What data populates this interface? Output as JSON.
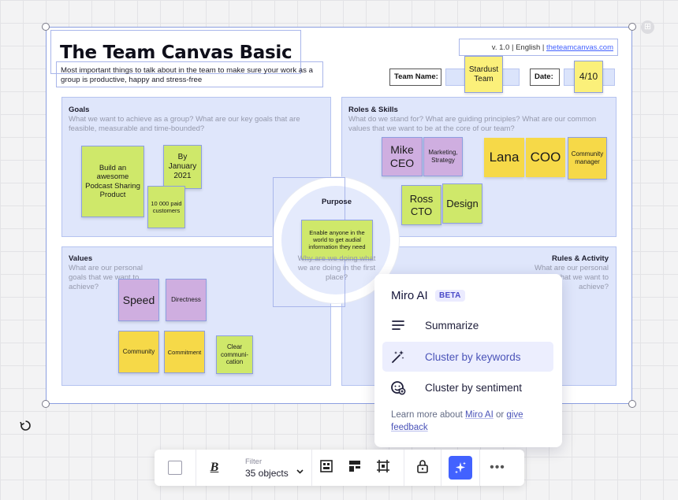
{
  "canvas": {
    "title": "The Team Canvas Basic",
    "subtitle": "Most important things to talk about in the team to make sure your work as a group is productive, happy and stress-free",
    "version_text": "v. 1.0 | English | ",
    "version_link": "theteamcanvas.com",
    "team_name_label": "Team Name:",
    "team_name_sticky": "Stardust Team",
    "date_label": "Date:",
    "date_sticky": "4/10"
  },
  "quadrants": {
    "goals": {
      "title": "Goals",
      "desc": "What we want to achieve as a group? What are our key goals that are feasible, measurable and time-bounded?",
      "stickies": [
        "Build an awesome Podcast Sharing Product",
        "By January 2021",
        "10 000 paid customers"
      ]
    },
    "roles": {
      "title": "Roles & Skills",
      "desc": "What do we stand for? What are guiding principles? What are our common values that we want to be at the core of our team?",
      "stickies": [
        "Mike CEO",
        "Marketing, Strategy",
        "Lana",
        "COO",
        "Community manager",
        "Ross CTO",
        "Design"
      ]
    },
    "values": {
      "title": "Values",
      "desc": "What are our personal goals that we want to achieve?",
      "stickies": [
        "Speed",
        "Directness",
        "Community",
        "Commitment",
        "Clear communi-cation"
      ]
    },
    "rules": {
      "title": "Rules & Activity",
      "desc": "What are our personal goals that we want to achieve?"
    },
    "purpose": {
      "title": "Purpose",
      "sticky": "Enable anyone in the world to get audial information they need",
      "desc": "Why are we doing what we are doing in the first place?"
    }
  },
  "ai_menu": {
    "title": "Miro AI",
    "badge": "BETA",
    "items": [
      {
        "label": "Summarize",
        "icon": "summarize-icon"
      },
      {
        "label": "Cluster by keywords",
        "icon": "magic-wand-icon"
      },
      {
        "label": "Cluster by sentiment",
        "icon": "sentiment-icon"
      }
    ],
    "footer_prefix": "Learn more about ",
    "footer_link1": "Miro AI",
    "footer_mid": " or ",
    "footer_link2": "give feedback"
  },
  "toolbar": {
    "filter_label": "Filter",
    "filter_value": "35 objects",
    "bold_glyph": "B"
  },
  "colors": {
    "accent": "#4262ff",
    "sticky_green": "#cfe86a",
    "sticky_purple": "#cfaee0",
    "sticky_yellow": "#f6d948",
    "quadrant_bg": "#dfe6fb"
  }
}
